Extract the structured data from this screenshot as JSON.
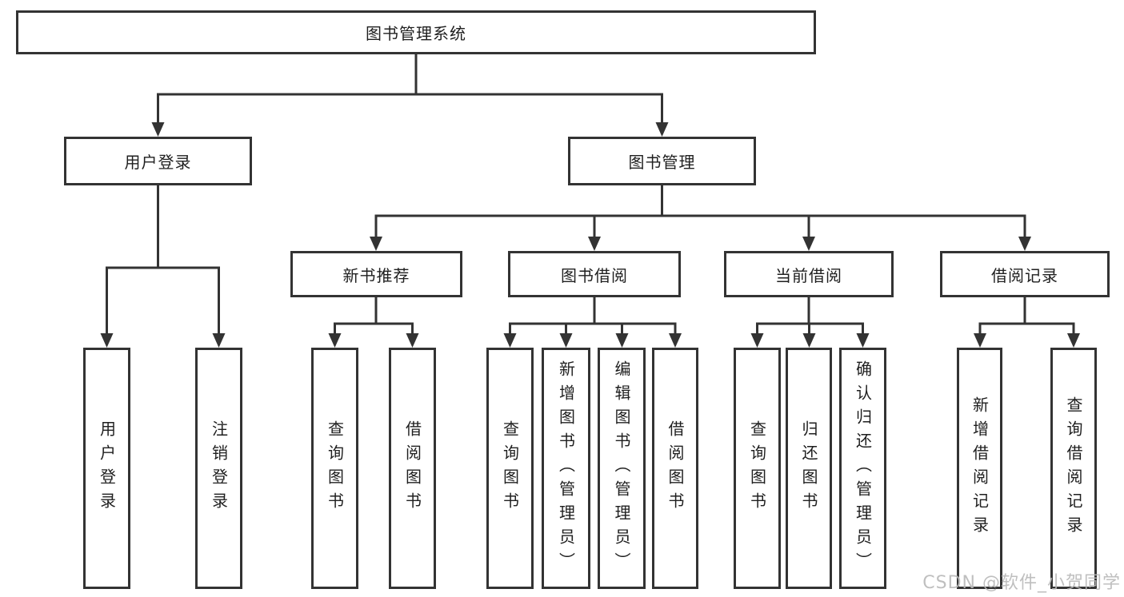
{
  "page": {
    "background_color": "#ffffff",
    "line_color": "#333333",
    "box_border_color": "#333333",
    "text_color": "#1f1f1f"
  },
  "watermark": {
    "text": "CSDN @软件_小贺同学",
    "color": "#b9b9b9"
  },
  "tree": {
    "root": {
      "label": "图书管理系统"
    },
    "branches": [
      {
        "label": "用户登录",
        "children": [
          {
            "label": "用户登录"
          },
          {
            "label": "注销登录"
          }
        ]
      },
      {
        "label": "图书管理",
        "children": [
          {
            "label": "新书推荐",
            "children": [
              {
                "label": "查询图书"
              },
              {
                "label": "借阅图书"
              }
            ]
          },
          {
            "label": "图书借阅",
            "children": [
              {
                "label": "查询图书"
              },
              {
                "label": "新增图书（管理员）"
              },
              {
                "label": "编辑图书（管理员）"
              },
              {
                "label": "借阅图书"
              }
            ]
          },
          {
            "label": "当前借阅",
            "children": [
              {
                "label": "查询图书"
              },
              {
                "label": "归还图书"
              },
              {
                "label": "确认归还（管理员）"
              }
            ]
          },
          {
            "label": "借阅记录",
            "children": [
              {
                "label": "新增借阅记录"
              },
              {
                "label": "查询借阅记录"
              }
            ]
          }
        ]
      }
    ]
  }
}
